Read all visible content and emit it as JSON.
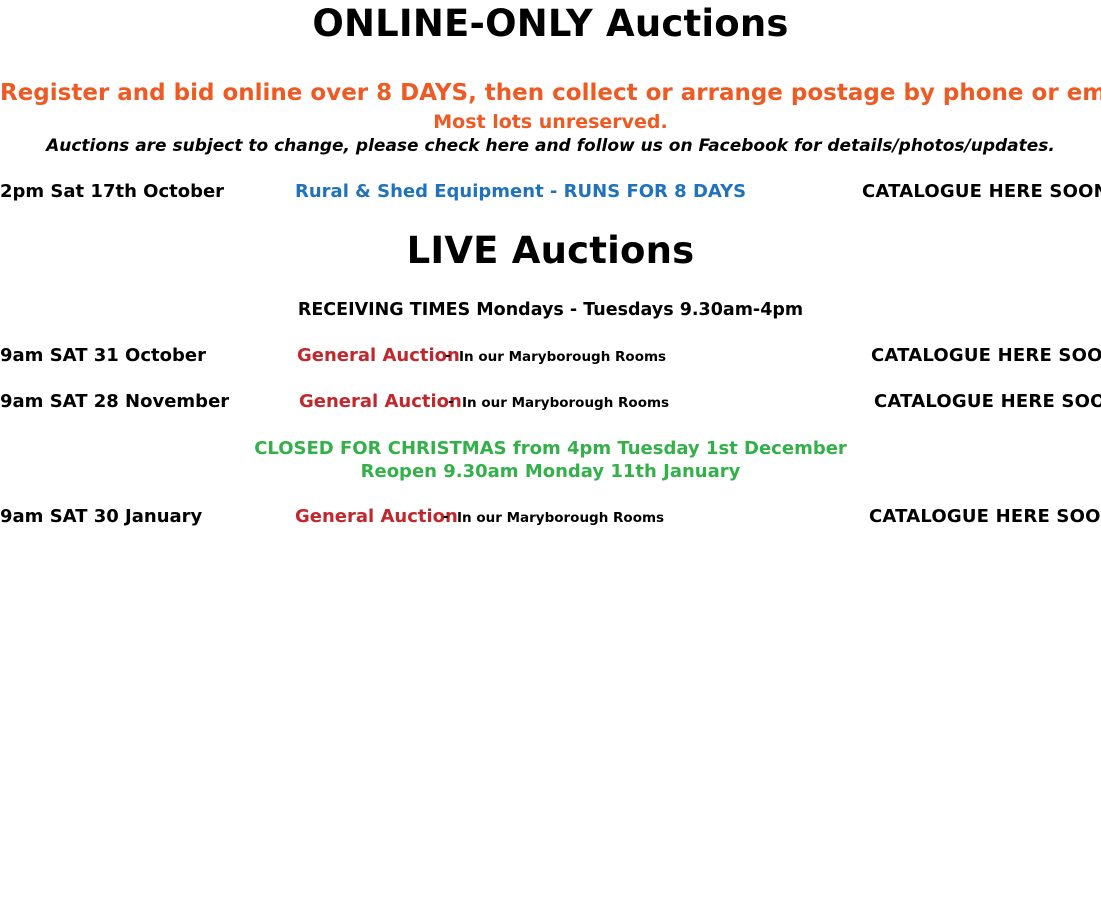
{
  "online": {
    "title": "ONLINE-ONLY Auctions",
    "register_line": "Register and bid online over 8 DAYS, then collect or arrange postage by phone or email.",
    "unreserved_line": "Most lots unreserved.",
    "notice_line": "Auctions are subject to change, please check here and follow us on Facebook for details/photos/updates.",
    "events": [
      {
        "date": "2pm Sat 17th October",
        "event": "Rural & Shed Equipment - RUNS FOR 8 DAYS",
        "catalogue": "CATALOGUE HERE SOON"
      }
    ]
  },
  "live": {
    "title": "LIVE Auctions",
    "receiving_times": "RECEIVING TIMES Mondays - Tuesdays 9.30am-4pm",
    "events": [
      {
        "date": "9am SAT 31 October",
        "event": "General Auction",
        "separator": "-",
        "location": "In our Maryborough Rooms",
        "catalogue": "CATALOGUE HERE SOON"
      },
      {
        "date": "9am SAT 28 November",
        "event": "General Auction",
        "separator": "-",
        "location": "In our Maryborough Rooms",
        "catalogue": "CATALOGUE HERE SOON"
      },
      {
        "date": "9am SAT 30 January",
        "event": "General Auction",
        "separator": "-",
        "location": "In our Maryborough Rooms",
        "catalogue": "CATALOGUE HERE SOON"
      }
    ],
    "christmas": {
      "closed_line": "CLOSED FOR CHRISTMAS from 4pm Tuesday 1st December",
      "reopen_line": "Reopen 9.30am Monday 11th January"
    }
  },
  "colors": {
    "orange": "#ee5a24",
    "blue": "#1f72bb",
    "red": "#c1272d",
    "green": "#34b04a"
  }
}
